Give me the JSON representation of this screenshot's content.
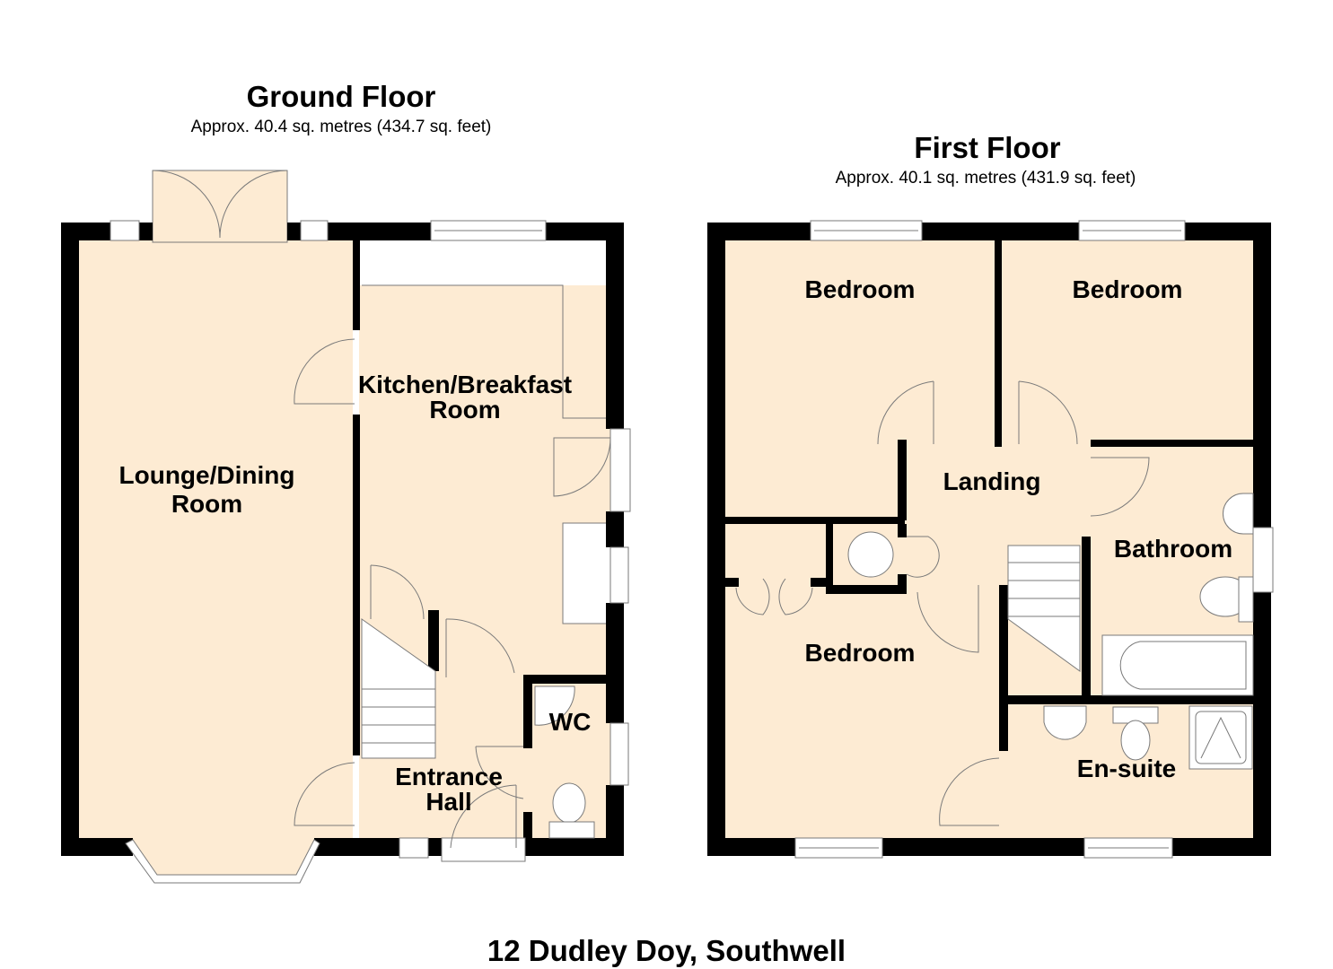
{
  "colors": {
    "wall": "#000000",
    "floor_fill": "#fdebd3",
    "fixture_stroke": "#7a7a7a",
    "background": "#ffffff"
  },
  "ground_floor": {
    "title": "Ground Floor",
    "area": "Approx. 40.4 sq. metres (434.7 sq. feet)",
    "rooms": [
      {
        "id": "lounge",
        "label_line1": "Lounge/Dining",
        "label_line2": "Room"
      },
      {
        "id": "kitchen",
        "label_line1": "Kitchen/Breakfast",
        "label_line2": "Room"
      },
      {
        "id": "entrance",
        "label_line1": "Entrance",
        "label_line2": "Hall"
      },
      {
        "id": "wc",
        "label_line1": "WC"
      }
    ]
  },
  "first_floor": {
    "title": "First Floor",
    "area": "Approx. 40.1 sq. metres (431.9 sq. feet)",
    "rooms": [
      {
        "id": "bedroom1",
        "label_line1": "Bedroom"
      },
      {
        "id": "bedroom2",
        "label_line1": "Bedroom"
      },
      {
        "id": "landing",
        "label_line1": "Landing"
      },
      {
        "id": "bathroom",
        "label_line1": "Bathroom"
      },
      {
        "id": "bedroom3",
        "label_line1": "Bedroom"
      },
      {
        "id": "ensuite",
        "label_line1": "En-suite"
      }
    ]
  },
  "footer": {
    "address": "12 Dudley Doy, Southwell"
  }
}
